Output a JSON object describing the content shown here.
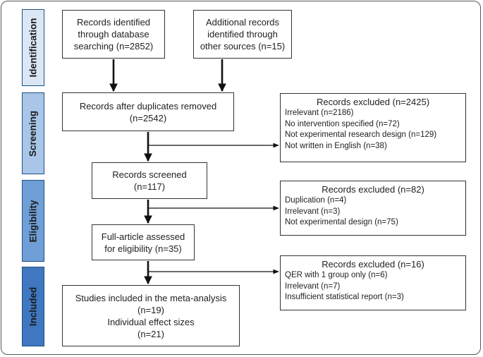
{
  "stages": [
    {
      "label": "Identification",
      "color": "#dbe7f5"
    },
    {
      "label": "Screening",
      "color": "#a9c6e8"
    },
    {
      "label": "Eligibility",
      "color": "#6f9fd6"
    },
    {
      "label": "Included",
      "color": "#3f78c0"
    }
  ],
  "boxes": {
    "db_search": [
      "Records identified",
      "through database",
      "searching (n=2852)"
    ],
    "other_sources": [
      "Additional records",
      "identified through",
      "other sources (n=15)"
    ],
    "dup_removed": [
      "Records after duplicates removed",
      "(n=2542)"
    ],
    "screened": [
      "Records screened",
      "(n=117)"
    ],
    "full_article": [
      "Full-article assessed",
      "for eligibility (n=35)"
    ],
    "included": [
      "Studies included in the meta-analysis",
      "(n=19)",
      "Individual effect sizes",
      "(n=21)"
    ]
  },
  "exclusions": {
    "screening": {
      "title": "Records excluded (n=2425)",
      "items": [
        "Irrelevant (n=2186)",
        "No intervention specified (n=72)",
        "Not experimental research design (n=129)",
        "Not written in English (n=38)"
      ]
    },
    "eligibility": {
      "title": "Records excluded (n=82)",
      "items": [
        "Duplication (n=4)",
        "Irrelevant (n=3)",
        "Not experimental design (n=75)"
      ]
    },
    "included": {
      "title": "Records excluded (n=16)",
      "items": [
        "QER with 1 group only (n=6)",
        "Irrelevant (n=7)",
        "Insufficient statistical report (n=3)"
      ]
    }
  }
}
